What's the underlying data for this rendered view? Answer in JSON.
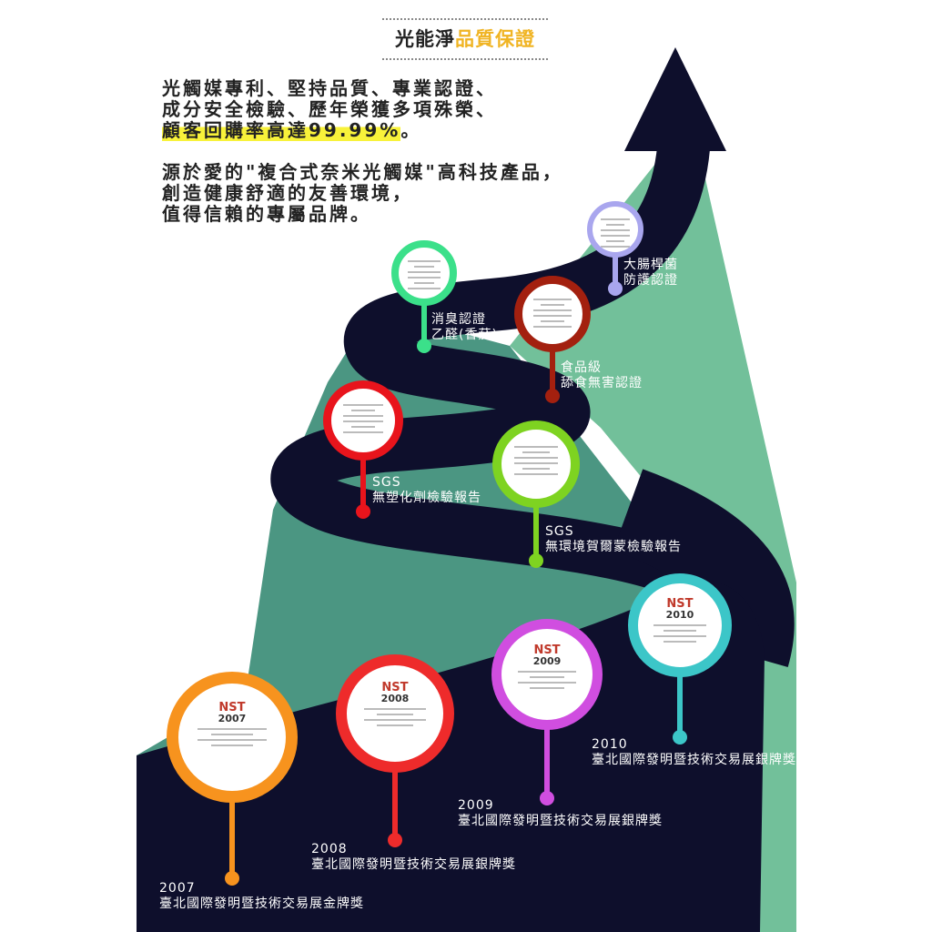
{
  "title": {
    "part1": "光能淨",
    "part2": "品質保證"
  },
  "intro": {
    "line1": "光觸媒專利、堅持品質、專業認證、",
    "line2": "成分安全檢驗、歷年榮獲多項殊榮、",
    "line3_highlight": "顧客回購率高達99.99%",
    "line3_end": "。",
    "line4": "源於愛的\"複合式奈米光觸媒\"高科技產品，",
    "line5": "創造健康舒適的友善環境，",
    "line6": "值得信賴的專屬品牌。"
  },
  "colors": {
    "road": "#0e0f2c",
    "mountain_dark": "#4b9682",
    "mountain_light": "#72c09a",
    "accent_gold": "#f0b423"
  },
  "pins": [
    {
      "id": "ecoli",
      "color": "#a9a6ee",
      "line1": "大腸桿菌",
      "line2": "防護認證"
    },
    {
      "id": "deodor",
      "color": "#3be08a",
      "line1": "消臭認證",
      "line2": "乙醛(香菸)"
    },
    {
      "id": "food",
      "color": "#a3200f",
      "line1": "食品級",
      "line2": "舔食無害認證"
    },
    {
      "id": "sgs1",
      "color": "#e8141c",
      "line1": "SGS",
      "line2": "無塑化劑檢驗報告"
    },
    {
      "id": "sgs2",
      "color": "#7ed321",
      "line1": "SGS",
      "line2": "無環境賀爾蒙檢驗報告"
    },
    {
      "id": "y2010",
      "color": "#3cc6c8",
      "line1": "2010",
      "line2": "臺北國際發明暨技術交易展銀牌獎",
      "cert_logo": "NST",
      "cert_year": "2010"
    },
    {
      "id": "y2009",
      "color": "#d04ee0",
      "line1": "2009",
      "line2": "臺北國際發明暨技術交易展銀牌獎",
      "cert_logo": "NST",
      "cert_year": "2009"
    },
    {
      "id": "y2008",
      "color": "#ee2b2b",
      "line1": "2008",
      "line2": "臺北國際發明暨技術交易展銀牌獎",
      "cert_logo": "NST",
      "cert_year": "2008"
    },
    {
      "id": "y2007",
      "color": "#f7931e",
      "line1": "2007",
      "line2": "臺北國際發明暨技術交易展金牌獎",
      "cert_logo": "NST",
      "cert_year": "2007"
    }
  ]
}
